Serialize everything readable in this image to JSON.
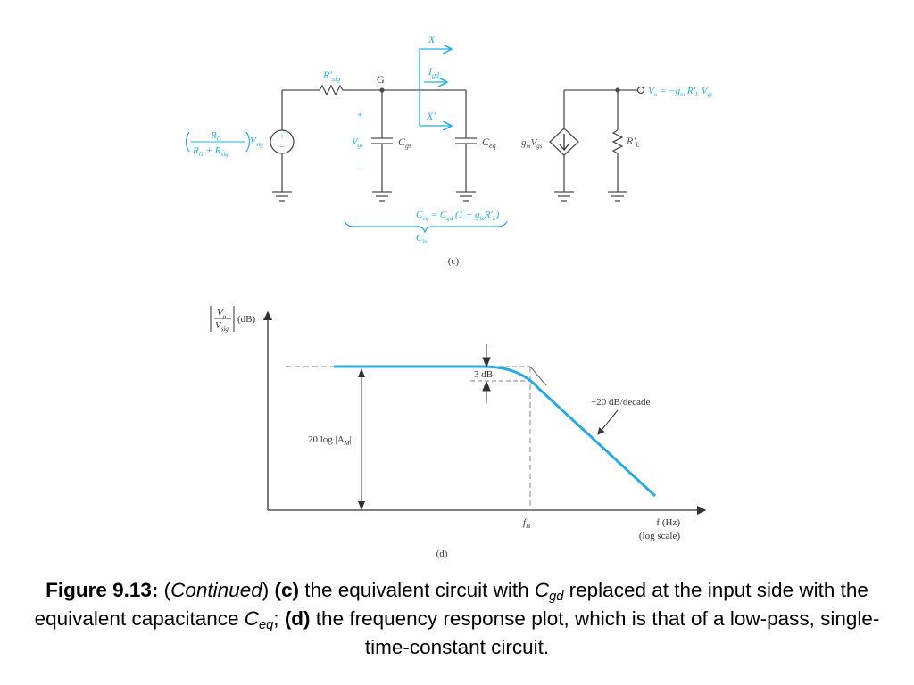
{
  "circuit": {
    "source_coeff_num": "R",
    "source_coeff_num_sub": "G",
    "source_coeff_den_a": "R",
    "source_coeff_den_a_sub": "G",
    "source_coeff_den_b": "R",
    "source_coeff_den_b_sub": "sig",
    "source_var": "V",
    "source_var_sub": "sig",
    "source_plus": "+",
    "source_minus": "−",
    "rsig": "R′",
    "rsig_sub": "sig",
    "gate_label": "G",
    "x_label": "X",
    "xp_label": "X′",
    "igd": "I",
    "igd_sub": "gd",
    "vgs_plus": "+",
    "vgs_minus": "−",
    "vgs": "V",
    "vgs_sub": "gs",
    "cgs": "C",
    "cgs_sub": "gs",
    "ceq": "C",
    "ceq_sub": "eq",
    "ceq_formula_pre": "C",
    "ceq_formula_pre_sub": "eq",
    "ceq_formula_mid": " = C",
    "ceq_formula_mid_sub": "gd",
    "ceq_formula_tail": " (1 + g",
    "ceq_formula_tail_sub": "m",
    "ceq_formula_end": "R′",
    "ceq_formula_end_sub": "L",
    "ceq_formula_close": ")",
    "cin": "C",
    "cin_sub": "in",
    "gm_vgs_a": "g",
    "gm_vgs_a_sub": "m",
    "gm_vgs_b": "V",
    "gm_vgs_b_sub": "gs",
    "rl": "R′",
    "rl_sub": "L",
    "vo_a": "V",
    "vo_a_sub": "o",
    "vo_b": " = −g",
    "vo_b_sub": "m",
    "vo_c": " R′",
    "vo_c_sub": "L",
    "vo_d": " V",
    "vo_d_sub": "gs",
    "part_label": "(c)"
  },
  "plot": {
    "ylabel_num": "V",
    "ylabel_num_sub": "o",
    "ylabel_den": "V",
    "ylabel_den_sub": "sig",
    "ylabel_unit": "(dB)",
    "midband_label": "20 log |A",
    "midband_label_sub": "M",
    "midband_label_close": "|",
    "three_db": "3 dB",
    "slope_label": "−20 dB/decade",
    "fh": "f",
    "fh_sub": "H",
    "xlabel": "f (Hz)",
    "xscale": "(log scale)",
    "part_label": "(d)"
  },
  "chart_data": {
    "type": "line",
    "title": "",
    "xlabel": "f (Hz)",
    "ylabel": "|Vo/Vsig| (dB)",
    "x_scale": "log",
    "x": [
      "",
      "fH",
      ""
    ],
    "series": [
      {
        "values": [
          "20 log |AM|",
          "20 log |AM| − 3 dB",
          "−20 dB/decade"
        ]
      }
    ]
  },
  "caption": {
    "figure": "Figure 9.13:",
    "open_paren": " (",
    "continued": "Continued",
    "close_paren": ") ",
    "c": "(c)",
    "text1": " the equivalent circuit with ",
    "cgd": "C",
    "cgd_sub": "gd",
    "text2": " replaced at the input side with the equivalent capacitance ",
    "ceq": "C",
    "ceq_sub": "eq",
    "text3": "; ",
    "d": "(d)",
    "text4": " the frequency response plot, which is that of a low-pass, single-time-constant circuit."
  },
  "colors": {
    "accent": "#29abe2",
    "ink": "#4d4d4d",
    "guide": "#999999"
  }
}
